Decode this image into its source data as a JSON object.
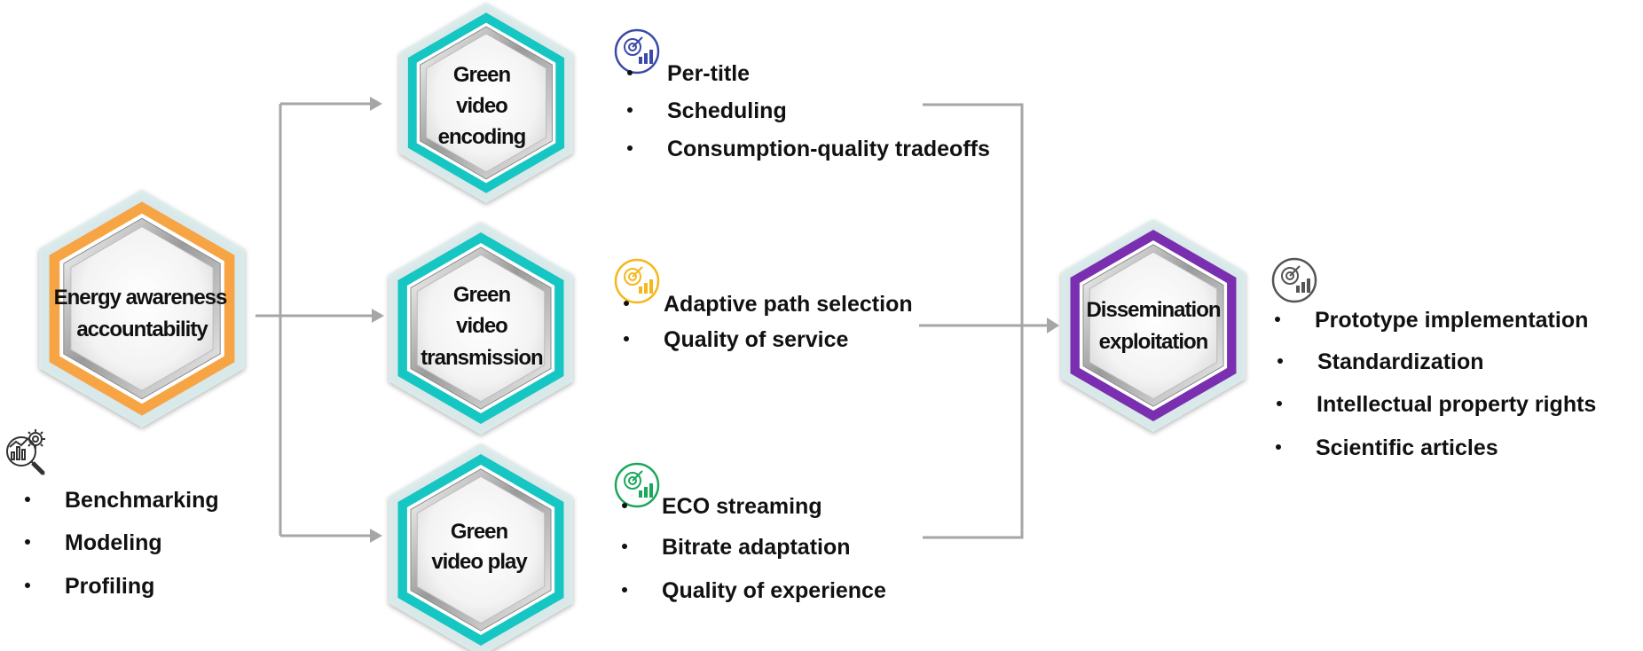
{
  "colors": {
    "orange": "#f7a445",
    "teal": "#19c6c3",
    "purple": "#7a2fb0",
    "connector": "#a6a6a6",
    "icon_blue": "#3b4aa8",
    "icon_yellow": "#f5b71a",
    "icon_green": "#1aa85a",
    "icon_gray": "#555555"
  },
  "hexagons": {
    "energy": {
      "line1": "Energy awareness",
      "line2": "accountability"
    },
    "encoding": {
      "line1": "Green",
      "line2": "video",
      "line3": "encoding"
    },
    "transmission": {
      "line1": "Green",
      "line2": "video",
      "line3": "transmission"
    },
    "play": {
      "line1": "Green",
      "line2": "video play"
    },
    "dissemination": {
      "line1": "Dissemination",
      "line2": "exploitation"
    }
  },
  "lists": {
    "energy": [
      "Benchmarking",
      "Modeling",
      "Profiling"
    ],
    "encoding": [
      "Per-title",
      "Scheduling",
      "Consumption-quality tradeoffs"
    ],
    "transmission": [
      "Adaptive path selection",
      "Quality of service"
    ],
    "play": [
      "ECO streaming",
      "Bitrate adaptation",
      "Quality of experience"
    ],
    "dissemination": [
      "Prototype implementation",
      "Standardization",
      "Intellectual property rights",
      "Scientific articles"
    ]
  },
  "icons": {
    "energy": "analytics-gear-search-icon",
    "encoding": "target-chart-icon",
    "transmission": "target-chart-icon",
    "play": "target-chart-icon",
    "dissemination": "target-chart-icon"
  }
}
